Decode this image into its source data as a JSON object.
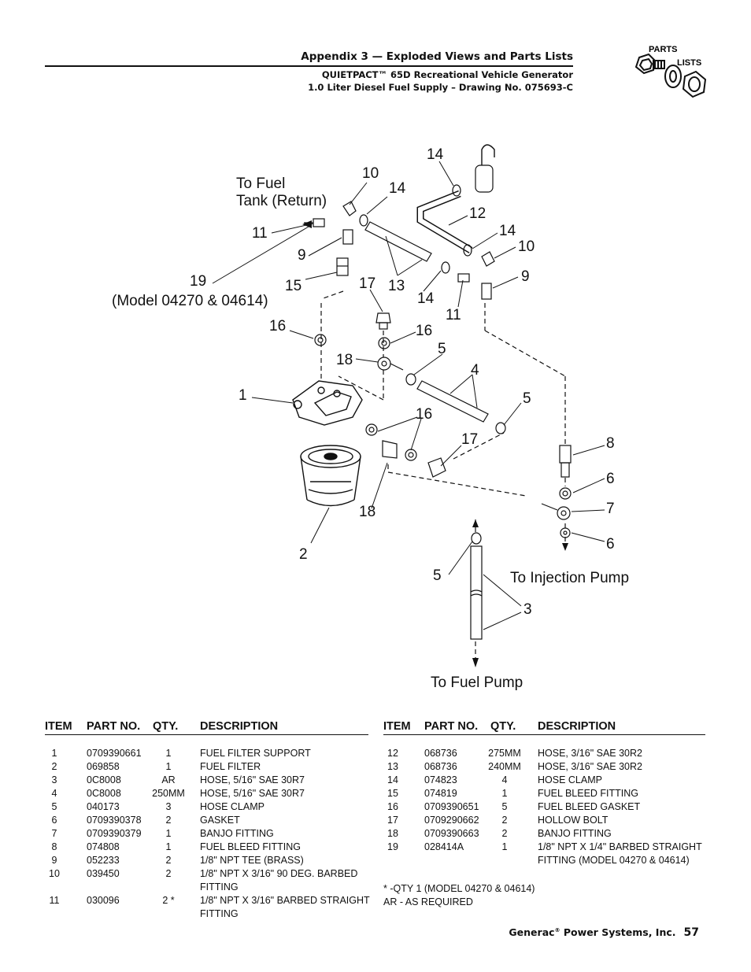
{
  "header": {
    "section": "Appendix 3 — Exploded Views and Parts Lists",
    "product": "QUIETPACT™ 65D Recreational Vehicle Generator",
    "drawing": "1.0 Liter Diesel Fuel Supply – Drawing No. 075693-C",
    "badge_line1": "PARTS",
    "badge_line2": "LISTS"
  },
  "diagram": {
    "callouts": {
      "c1": "1",
      "c2": "2",
      "c3": "3",
      "c4": "4",
      "c5a": "5",
      "c5b": "5",
      "c5c": "5",
      "c6a": "6",
      "c6b": "6",
      "c7": "7",
      "c8": "8",
      "c9a": "9",
      "c9b": "9",
      "c10a": "10",
      "c10b": "10",
      "c11a": "11",
      "c11b": "11",
      "c12": "12",
      "c13": "13",
      "c14a": "14",
      "c14b": "14",
      "c14c": "14",
      "c14d": "14",
      "c15": "15",
      "c16a": "16",
      "c16b": "16",
      "c16c": "16",
      "c17a": "17",
      "c17b": "17",
      "c18a": "18",
      "c18b": "18",
      "c19": "19"
    },
    "model_note": "(Model 04270 & 04614)",
    "to_tank_1": "To Fuel",
    "to_tank_2": "Tank (Return)",
    "to_injection": "To Injection Pump",
    "to_fuel_pump": "To Fuel Pump"
  },
  "table_headers": {
    "item": "ITEM",
    "part": "PART NO.",
    "qty": "QTY.",
    "desc": "DESCRIPTION"
  },
  "parts_left": [
    {
      "item": "1",
      "part": "0709390661",
      "qty": "1",
      "desc": "FUEL FILTER SUPPORT"
    },
    {
      "item": "2",
      "part": "069858",
      "qty": "1",
      "desc": "FUEL FILTER"
    },
    {
      "item": "3",
      "part": "0C8008",
      "qty": "AR",
      "desc": "HOSE, 5/16\" SAE 30R7"
    },
    {
      "item": "4",
      "part": "0C8008",
      "qty": "250MM",
      "desc": "HOSE, 5/16\" SAE 30R7"
    },
    {
      "item": "5",
      "part": "040173",
      "qty": "3",
      "desc": "HOSE CLAMP"
    },
    {
      "item": "6",
      "part": "0709390378",
      "qty": "2",
      "desc": "GASKET"
    },
    {
      "item": "7",
      "part": "0709390379",
      "qty": "1",
      "desc": "BANJO FITTING"
    },
    {
      "item": "8",
      "part": "074808",
      "qty": "1",
      "desc": "FUEL BLEED FITTING"
    },
    {
      "item": "9",
      "part": "052233",
      "qty": "2",
      "desc": "1/8\" NPT TEE (BRASS)"
    },
    {
      "item": "10",
      "part": "039450",
      "qty": "2",
      "desc": "1/8\" NPT X 3/16\" 90 DEG. BARBED",
      "desc2": "FITTING"
    },
    {
      "item": "11",
      "part": "030096",
      "qty": "2 *",
      "desc": "1/8\" NPT X 3/16\" BARBED STRAIGHT",
      "desc2": "FITTING"
    }
  ],
  "parts_right": [
    {
      "item": "12",
      "part": "068736",
      "qty": "275MM",
      "desc": "HOSE, 3/16\" SAE 30R2"
    },
    {
      "item": "13",
      "part": "068736",
      "qty": "240MM",
      "desc": "HOSE, 3/16\" SAE 30R2"
    },
    {
      "item": "14",
      "part": "074823",
      "qty": "4",
      "desc": "HOSE CLAMP"
    },
    {
      "item": "15",
      "part": "074819",
      "qty": "1",
      "desc": "FUEL BLEED FITTING"
    },
    {
      "item": "16",
      "part": "0709390651",
      "qty": "5",
      "desc": "FUEL BLEED GASKET"
    },
    {
      "item": "17",
      "part": "0709290662",
      "qty": "2",
      "desc": "HOLLOW BOLT"
    },
    {
      "item": "18",
      "part": "0709390663",
      "qty": "2",
      "desc": "BANJO FITTING"
    },
    {
      "item": "19",
      "part": "028414A",
      "qty": "1",
      "desc": "1/8\" NPT X 1/4\" BARBED STRAIGHT",
      "desc2": "FITTING (MODEL 04270 & 04614)"
    }
  ],
  "footnotes": {
    "f1": "* -QTY 1 (MODEL 04270 & 04614)",
    "f2": "AR - AS REQUIRED"
  },
  "footer": {
    "company": "Generac",
    "company_suffix": " Power Systems, Inc.",
    "reg": "®",
    "page": "57"
  }
}
